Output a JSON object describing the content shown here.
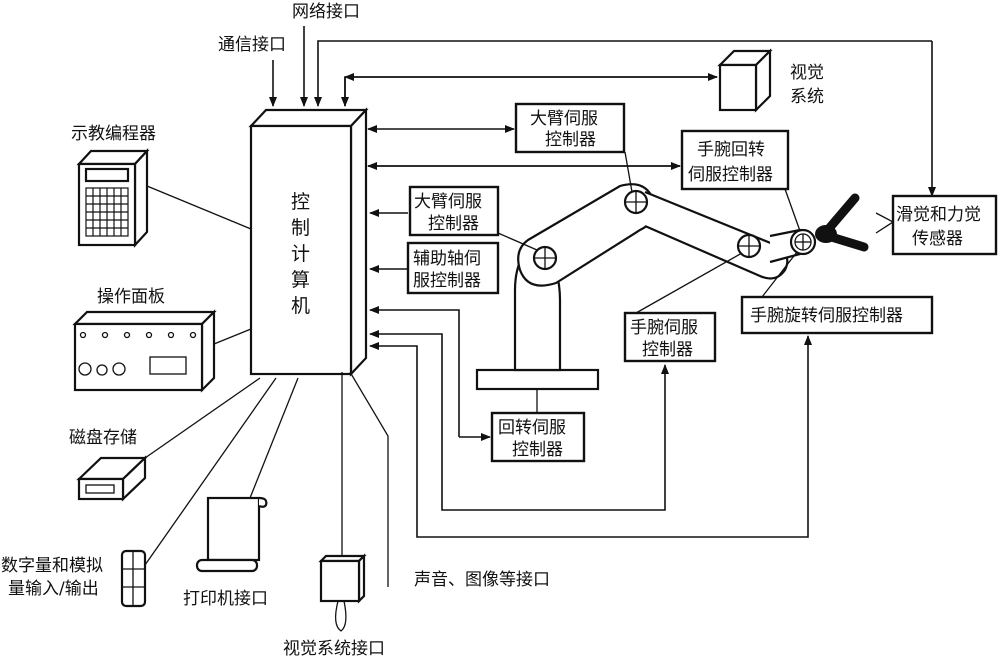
{
  "title": "工业机器人控制系统组成框图",
  "controller": {
    "label_chars": [
      "控",
      "制",
      "计",
      "算",
      "机"
    ]
  },
  "top_interfaces": {
    "communication": "通信接口",
    "network": "网络接口"
  },
  "vision_system": {
    "line1": "视觉",
    "line2": "系统"
  },
  "left_devices": {
    "teach_pendant": "示教编程器",
    "operation_panel": "操作面板",
    "disk_storage": "磁盘存储",
    "io_line1": "数字量和模拟",
    "io_line2": "量输入/输出",
    "printer": "打印机接口",
    "vision_interface": "视觉系统接口",
    "audio_image_interface": "声音、图像等接口"
  },
  "servo_controllers": {
    "upper_arm_top": {
      "line1": "大臂伺服",
      "line2": "控制器"
    },
    "wrist_rotate_top": {
      "line1": "手腕回转",
      "line2": "伺服控制器"
    },
    "upper_arm_mid": {
      "line1": "大臂伺服",
      "line2": "控制器"
    },
    "auxiliary_axis": {
      "line1": "辅助轴伺",
      "line2": "服控制器"
    },
    "wrist": {
      "line1": "手腕伺服",
      "line2": "控制器"
    },
    "wrist_spin": {
      "line1": "手腕旋转伺服控制器"
    },
    "base_rotation": {
      "line1": "回转伺服",
      "line2": "控制器"
    }
  },
  "sensor": {
    "line1": "滑觉和力觉",
    "line2": "传感器"
  }
}
